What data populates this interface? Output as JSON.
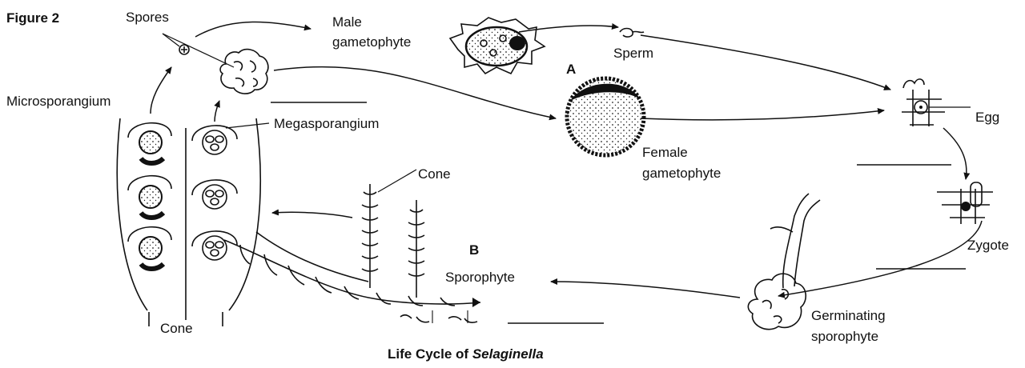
{
  "figure_label": "Figure 2",
  "caption": {
    "prefix": "Life Cycle of",
    "species": "Selaginella"
  },
  "labels": {
    "spores": "Spores",
    "male_gametophyte_line1": "Male",
    "male_gametophyte_line2": "gametophyte",
    "sperm": "Sperm",
    "marker_a": "A",
    "microsporangium": "Microsporangium",
    "megasporangium": "Megasporangium",
    "egg": "Egg",
    "female_gametophyte_line1": "Female",
    "female_gametophyte_line2": "gametophyte",
    "cone_top": "Cone",
    "marker_b": "B",
    "sporophyte": "Sporophyte",
    "zygote": "Zygote",
    "germinating_line1": "Germinating",
    "germinating_line2": "sporophyte",
    "cone_bottom": "Cone"
  }
}
